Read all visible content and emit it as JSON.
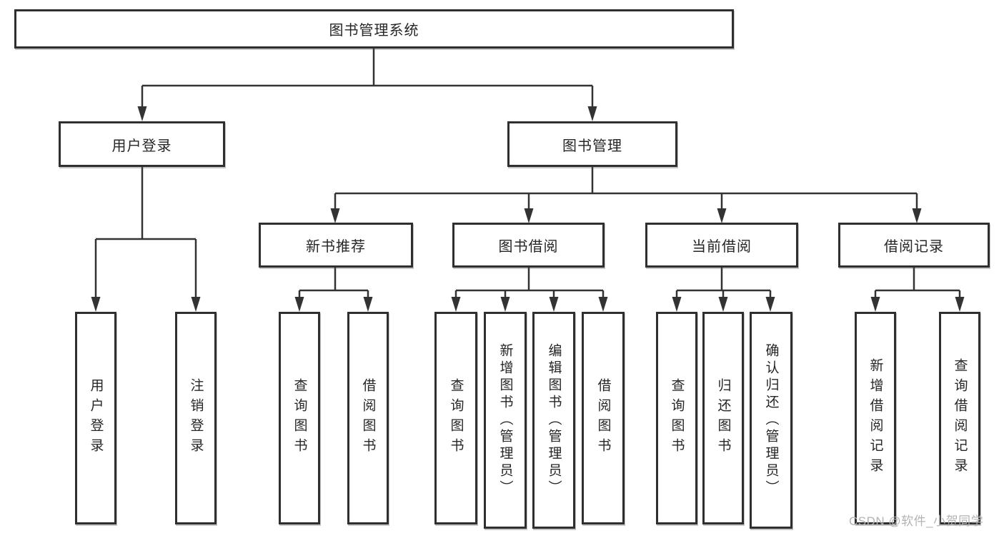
{
  "diagram": {
    "root": {
      "label": "图书管理系统"
    },
    "branches": [
      {
        "label": "用户登录",
        "children": [
          {
            "label": "用户登录"
          },
          {
            "label": "注销登录"
          }
        ]
      },
      {
        "label": "图书管理",
        "children": [
          {
            "label": "新书推荐",
            "children": [
              {
                "label": "查询图书"
              },
              {
                "label": "借阅图书"
              }
            ]
          },
          {
            "label": "图书借阅",
            "children": [
              {
                "label": "查询图书"
              },
              {
                "label": "新增图书（管理员）"
              },
              {
                "label": "编辑图书（管理员）"
              },
              {
                "label": "借阅图书"
              }
            ]
          },
          {
            "label": "当前借阅",
            "children": [
              {
                "label": "查询图书"
              },
              {
                "label": "归还图书"
              },
              {
                "label": "确认归还（管理员）"
              }
            ]
          },
          {
            "label": "借阅记录",
            "children": [
              {
                "label": "新增借阅记录"
              },
              {
                "label": "查询借阅记录"
              }
            ]
          }
        ]
      }
    ]
  },
  "watermark": {
    "text": "CSDN @软件_小贺同学"
  },
  "colors": {
    "line": "#333333",
    "box_border": "#2f2f2f",
    "text": "#262626",
    "watermark": "#b3b3b3",
    "background": "#ffffff"
  }
}
